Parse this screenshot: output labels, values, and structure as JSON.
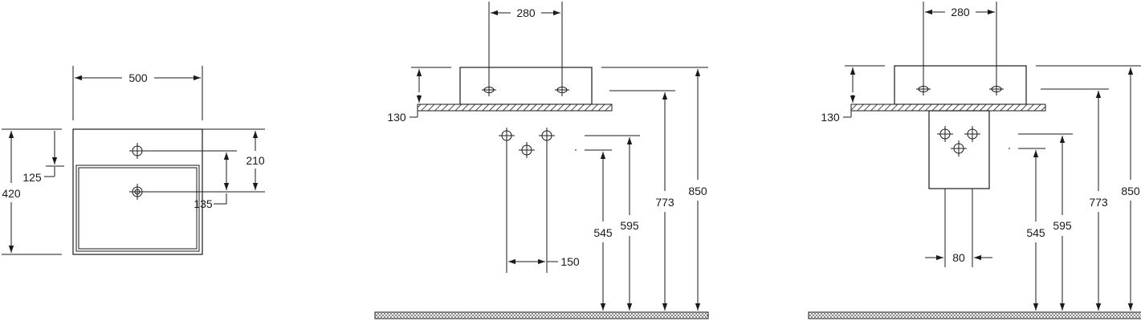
{
  "plan_view": {
    "width": "500",
    "depth": "420",
    "tap_hole_dim": "125",
    "outlet_dim": "210",
    "outlet_offset": "135"
  },
  "front_view_a": {
    "fixing_spacing": "280",
    "wall_thickness": "130",
    "waste_spacing": "150",
    "h_545": "545",
    "h_595": "595",
    "h_773": "773",
    "h_850": "850"
  },
  "front_view_b": {
    "fixing_spacing": "280",
    "wall_thickness": "130",
    "waste_spacing": "80",
    "h_545": "545",
    "h_595": "595",
    "h_773": "773",
    "h_850": "850"
  }
}
